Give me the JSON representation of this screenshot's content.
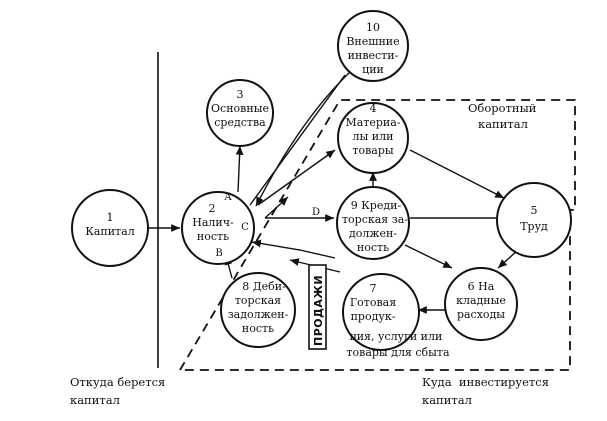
{
  "nodes": {
    "capital": {
      "number": "1",
      "lines": [
        "Капитал"
      ]
    },
    "cash": {
      "number": "2",
      "lines": [
        "Налич-",
        "ность"
      ]
    },
    "fixed_assets": {
      "number": "3",
      "lines": [
        "Основные",
        "средства"
      ]
    },
    "materials": {
      "number": "4",
      "lines": [
        "Материа-",
        "лы или",
        "товары"
      ]
    },
    "labor": {
      "number": "5",
      "lines": [
        "Труд"
      ]
    },
    "overhead": {
      "number": "6",
      "lines": [
        "На",
        "кладные",
        "расходы"
      ]
    },
    "finished_goods": {
      "number": "7",
      "lines": [
        "Готовая",
        "продук-",
        "ция, услуги или",
        "товары для сбыта"
      ]
    },
    "receivables": {
      "number": "8",
      "lines": [
        "Деби-",
        "торская",
        "задолжен-",
        "ность"
      ]
    },
    "payables": {
      "number": "9",
      "lines": [
        "Креди-",
        "торская за-",
        "должен-",
        "ность"
      ]
    },
    "external_investments": {
      "number": "10",
      "lines": [
        "Внешние",
        "инвести-",
        "ции"
      ]
    }
  },
  "edge_labels": {
    "a": "A",
    "b": "B",
    "c": "C",
    "d": "D"
  },
  "regions": {
    "working_capital": {
      "title_line1": "Оборотный",
      "title_line2": "капитал"
    }
  },
  "captions": {
    "left_line1": "Откуда берется",
    "left_line2": "капитал",
    "right_line1": "Куда  инвестируется",
    "right_line2": "капитал"
  },
  "sales_stamp": "ПРОДАЖИ"
}
